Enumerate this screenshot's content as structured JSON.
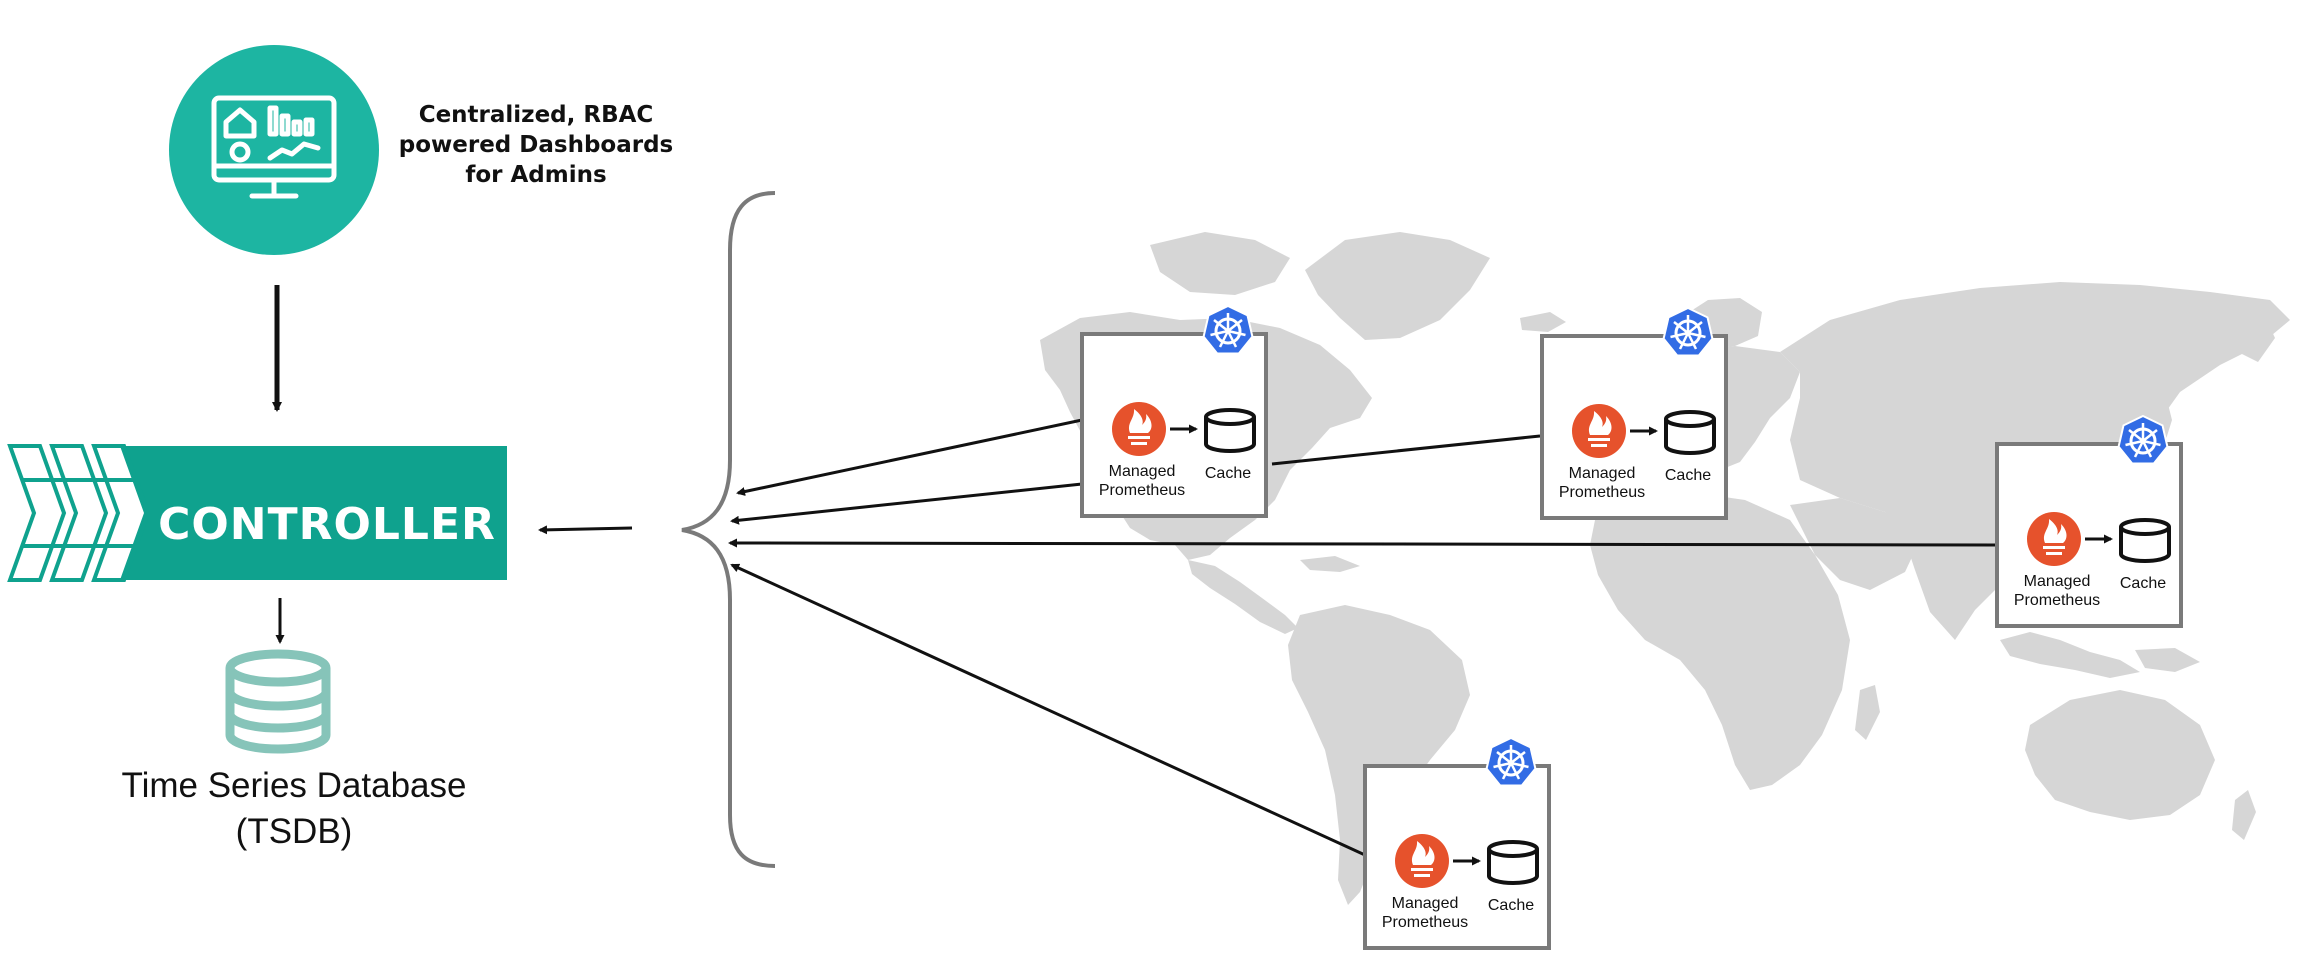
{
  "dashboard": {
    "caption_lines": [
      "Centralized, RBAC",
      "powered  Dashboards",
      "for Admins"
    ],
    "icon": "monitor-dashboard-icon",
    "color": "#1db5a2"
  },
  "controller": {
    "label": "CONTROLLER",
    "color": "#0fa28e",
    "logo": "controller-logo-icon"
  },
  "tsdb": {
    "title": "Time Series Database",
    "subtitle": "(TSDB)",
    "icon": "database-stack-icon",
    "color": "#86c4b9"
  },
  "clusters": [
    {
      "id": "north-america",
      "prometheus_lines": [
        "Managed",
        "Prometheus"
      ],
      "cache_label": "Cache"
    },
    {
      "id": "europe",
      "prometheus_lines": [
        "Managed",
        "Prometheus"
      ],
      "cache_label": "Cache"
    },
    {
      "id": "asia",
      "prometheus_lines": [
        "Managed",
        "Prometheus"
      ],
      "cache_label": "Cache"
    },
    {
      "id": "south-america",
      "prometheus_lines": [
        "Managed",
        "Prometheus"
      ],
      "cache_label": "Cache"
    }
  ],
  "colors": {
    "prometheus": "#e6522c",
    "kubernetes": "#326ce5",
    "map": "#d6d6d6",
    "frame": "#7a7a7a"
  }
}
